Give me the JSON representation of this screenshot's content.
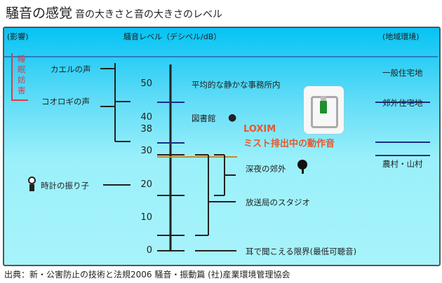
{
  "title": {
    "main": "騒音の感覚",
    "sub": "音の大きさと音の大きさのレベル"
  },
  "headers": {
    "effect": "(影響)",
    "level": "騒音レベル（デシベル/dB）",
    "area": "(地域環境)"
  },
  "effect": {
    "sleep": "睡眠妨害"
  },
  "left_labels": {
    "frog": "カエルの声",
    "cricket": "コオロギの声",
    "clock": "時計の振り子"
  },
  "scale": {
    "v50": "50",
    "v40": "40",
    "v38": "38",
    "v30": "30",
    "v20": "20",
    "v10": "10",
    "v0": "0"
  },
  "right_labels": {
    "office": "平均的な静かな事務所内",
    "library": "図書館",
    "loxim": "LOXIM",
    "loxim_sub": "ミスト排出中の動作音",
    "suburb_night": "深夜の郊外",
    "studio": "放送局のスタジオ",
    "hearing": "耳で聞こえる限界(最低可聴音)"
  },
  "areas": {
    "residential": "一般住宅地",
    "suburban": "郊外住宅地",
    "rural": "農村・山村"
  },
  "source": "出典：新・公害防止の技術と法規2006 騒音・振動篇 (社)産業環境管理協会",
  "colors": {
    "accent": "#e8572a",
    "sleep": "#e03a48",
    "tick": "#1a2f8a",
    "loxim_line": "#c8862e"
  }
}
